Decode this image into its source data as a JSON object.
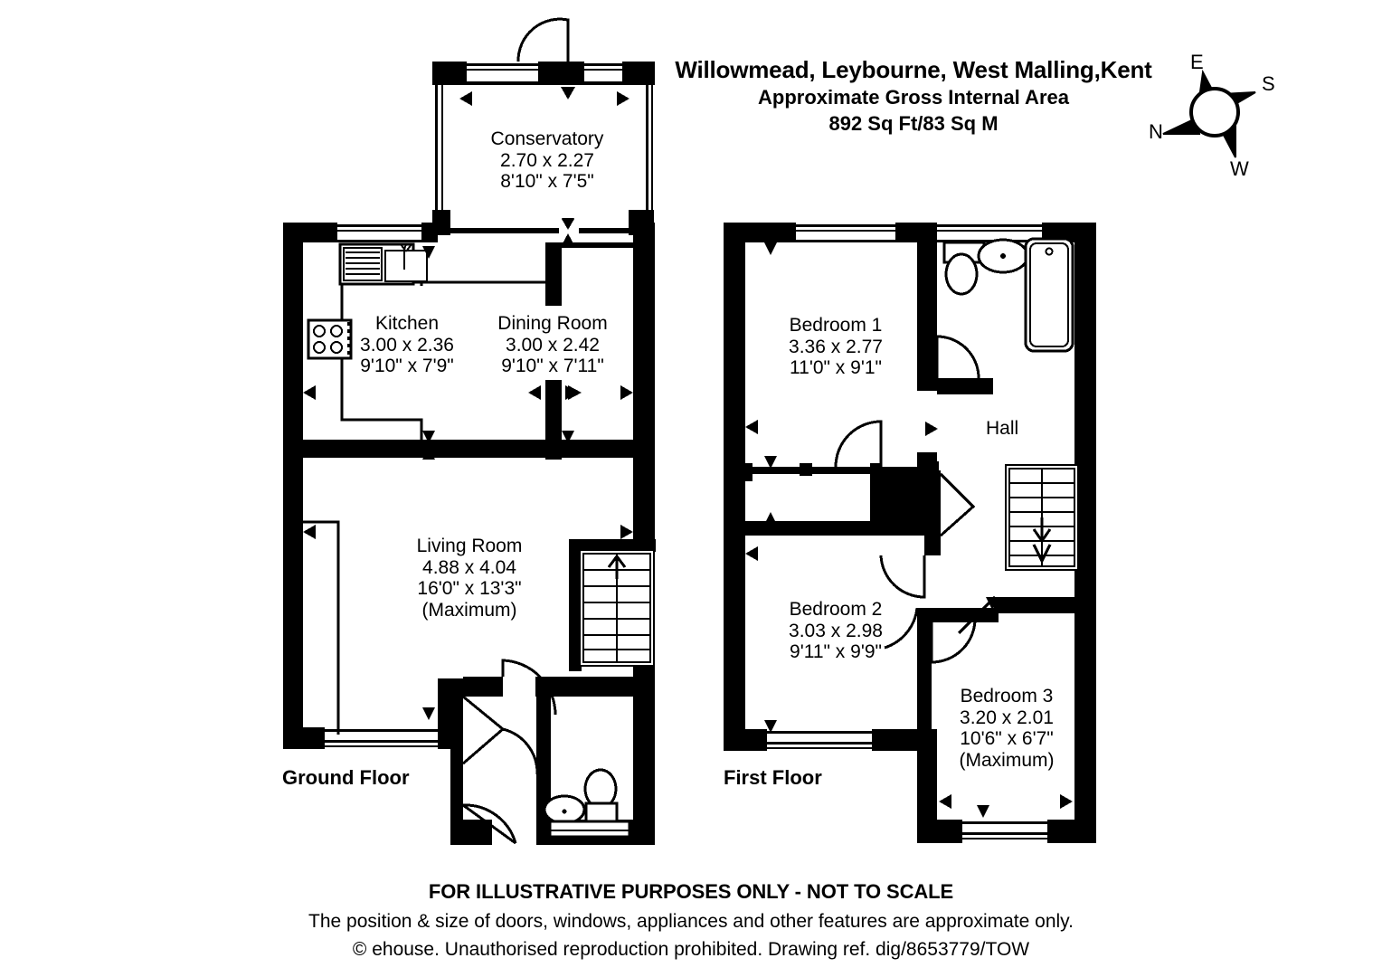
{
  "header": {
    "title": "Willowmead, Leybourne, West Malling,Kent",
    "subtitle_1": "Approximate Gross Internal Area",
    "subtitle_2": "892 Sq Ft/83 Sq M"
  },
  "compass": {
    "name": "compass-rose",
    "labels": {
      "top": "E",
      "right": "S",
      "bottom": "W",
      "left": "N"
    }
  },
  "floors": [
    {
      "id": "ground",
      "label": "Ground Floor"
    },
    {
      "id": "first",
      "label": "First Floor"
    }
  ],
  "rooms": [
    {
      "id": "conservatory",
      "floor": "ground",
      "name": "Conservatory",
      "metric": "2.70 x 2.27",
      "imperial": "8'10\" x 7'5\"",
      "note": ""
    },
    {
      "id": "kitchen",
      "floor": "ground",
      "name": "Kitchen",
      "metric": "3.00 x 2.36",
      "imperial": "9'10\" x 7'9\"",
      "note": ""
    },
    {
      "id": "dining-room",
      "floor": "ground",
      "name": "Dining Room",
      "metric": "3.00 x 2.42",
      "imperial": "9'10\" x 7'11\"",
      "note": ""
    },
    {
      "id": "living-room",
      "floor": "ground",
      "name": "Living Room",
      "metric": "4.88 x 4.04",
      "imperial": "16'0\" x 13'3\"",
      "note": "(Maximum)"
    },
    {
      "id": "bedroom-1",
      "floor": "first",
      "name": "Bedroom 1",
      "metric": "3.36 x 2.77",
      "imperial": "11'0\" x 9'1\"",
      "note": ""
    },
    {
      "id": "bedroom-2",
      "floor": "first",
      "name": "Bedroom 2",
      "metric": "3.03 x 2.98",
      "imperial": "9'11\" x 9'9\"",
      "note": ""
    },
    {
      "id": "bedroom-3",
      "floor": "first",
      "name": "Bedroom 3",
      "metric": "3.20 x 2.01",
      "imperial": "10'6\" x 6'7\"",
      "note": "(Maximum)"
    }
  ],
  "hall": {
    "label": "Hall"
  },
  "footer": {
    "line1": "FOR ILLUSTRATIVE PURPOSES ONLY - NOT TO SCALE",
    "line2": "The position & size of doors, windows, appliances and other features are approximate only.",
    "line3": "© ehouse. Unauthorised reproduction prohibited. Drawing ref. dig/8653779/TOW"
  },
  "colors": {
    "wall": "#000000",
    "background": "#ffffff",
    "text": "#000000"
  },
  "fixtures": [
    {
      "id": "kitchen-sink",
      "name": "sink-with-drainer-icon",
      "floor": "ground"
    },
    {
      "id": "kitchen-hob",
      "name": "hob-icon",
      "floor": "ground"
    },
    {
      "id": "stairs-up",
      "name": "staircase-up-icon",
      "floor": "ground"
    },
    {
      "id": "wc-toilet",
      "name": "toilet-icon",
      "floor": "ground"
    },
    {
      "id": "wc-basin",
      "name": "basin-icon",
      "floor": "ground"
    },
    {
      "id": "bath",
      "name": "bathtub-icon",
      "floor": "first"
    },
    {
      "id": "bathroom-toilet",
      "name": "toilet-icon",
      "floor": "first"
    },
    {
      "id": "bathroom-basin",
      "name": "basin-icon",
      "floor": "first"
    },
    {
      "id": "stairs-down",
      "name": "staircase-down-icon",
      "floor": "first"
    }
  ]
}
